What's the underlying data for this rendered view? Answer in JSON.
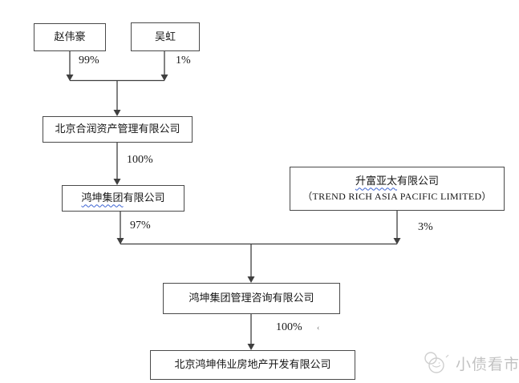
{
  "diagram": {
    "nodes": {
      "zhao": {
        "label": "赵伟豪"
      },
      "wu": {
        "label": "吴虹"
      },
      "herun": {
        "label": "北京合润资产管理有限公司"
      },
      "hongkun_group": {
        "underlined": "鸿坤集团",
        "rest": "有限公司"
      },
      "trend_rich": {
        "cn_underlined": "升富亚太",
        "cn_rest": "有限公司",
        "en_line": "（TREND RICH ASIA PACIFIC LIMITED）"
      },
      "hongkun_consulting": {
        "label": "鸿坤集团管理咨询有限公司"
      },
      "hongkun_weiye": {
        "label": "北京鸿坤伟业房地产开发有限公司"
      }
    },
    "edge_labels": {
      "zhao_to_herun": "99%",
      "wu_to_herun": "1%",
      "herun_to_group": "100%",
      "group_to_consulting": "97%",
      "trend_to_consulting": "3%",
      "consulting_to_weiye": "100%",
      "stray_mark": "‹"
    }
  },
  "watermark": {
    "text": "小债看市"
  },
  "colors": {
    "connector_line": "#3f3f3f",
    "box_border": "#4a4a4a",
    "wavy_underline": "#3c63d2",
    "watermark_gray": "#c2c2c2"
  }
}
